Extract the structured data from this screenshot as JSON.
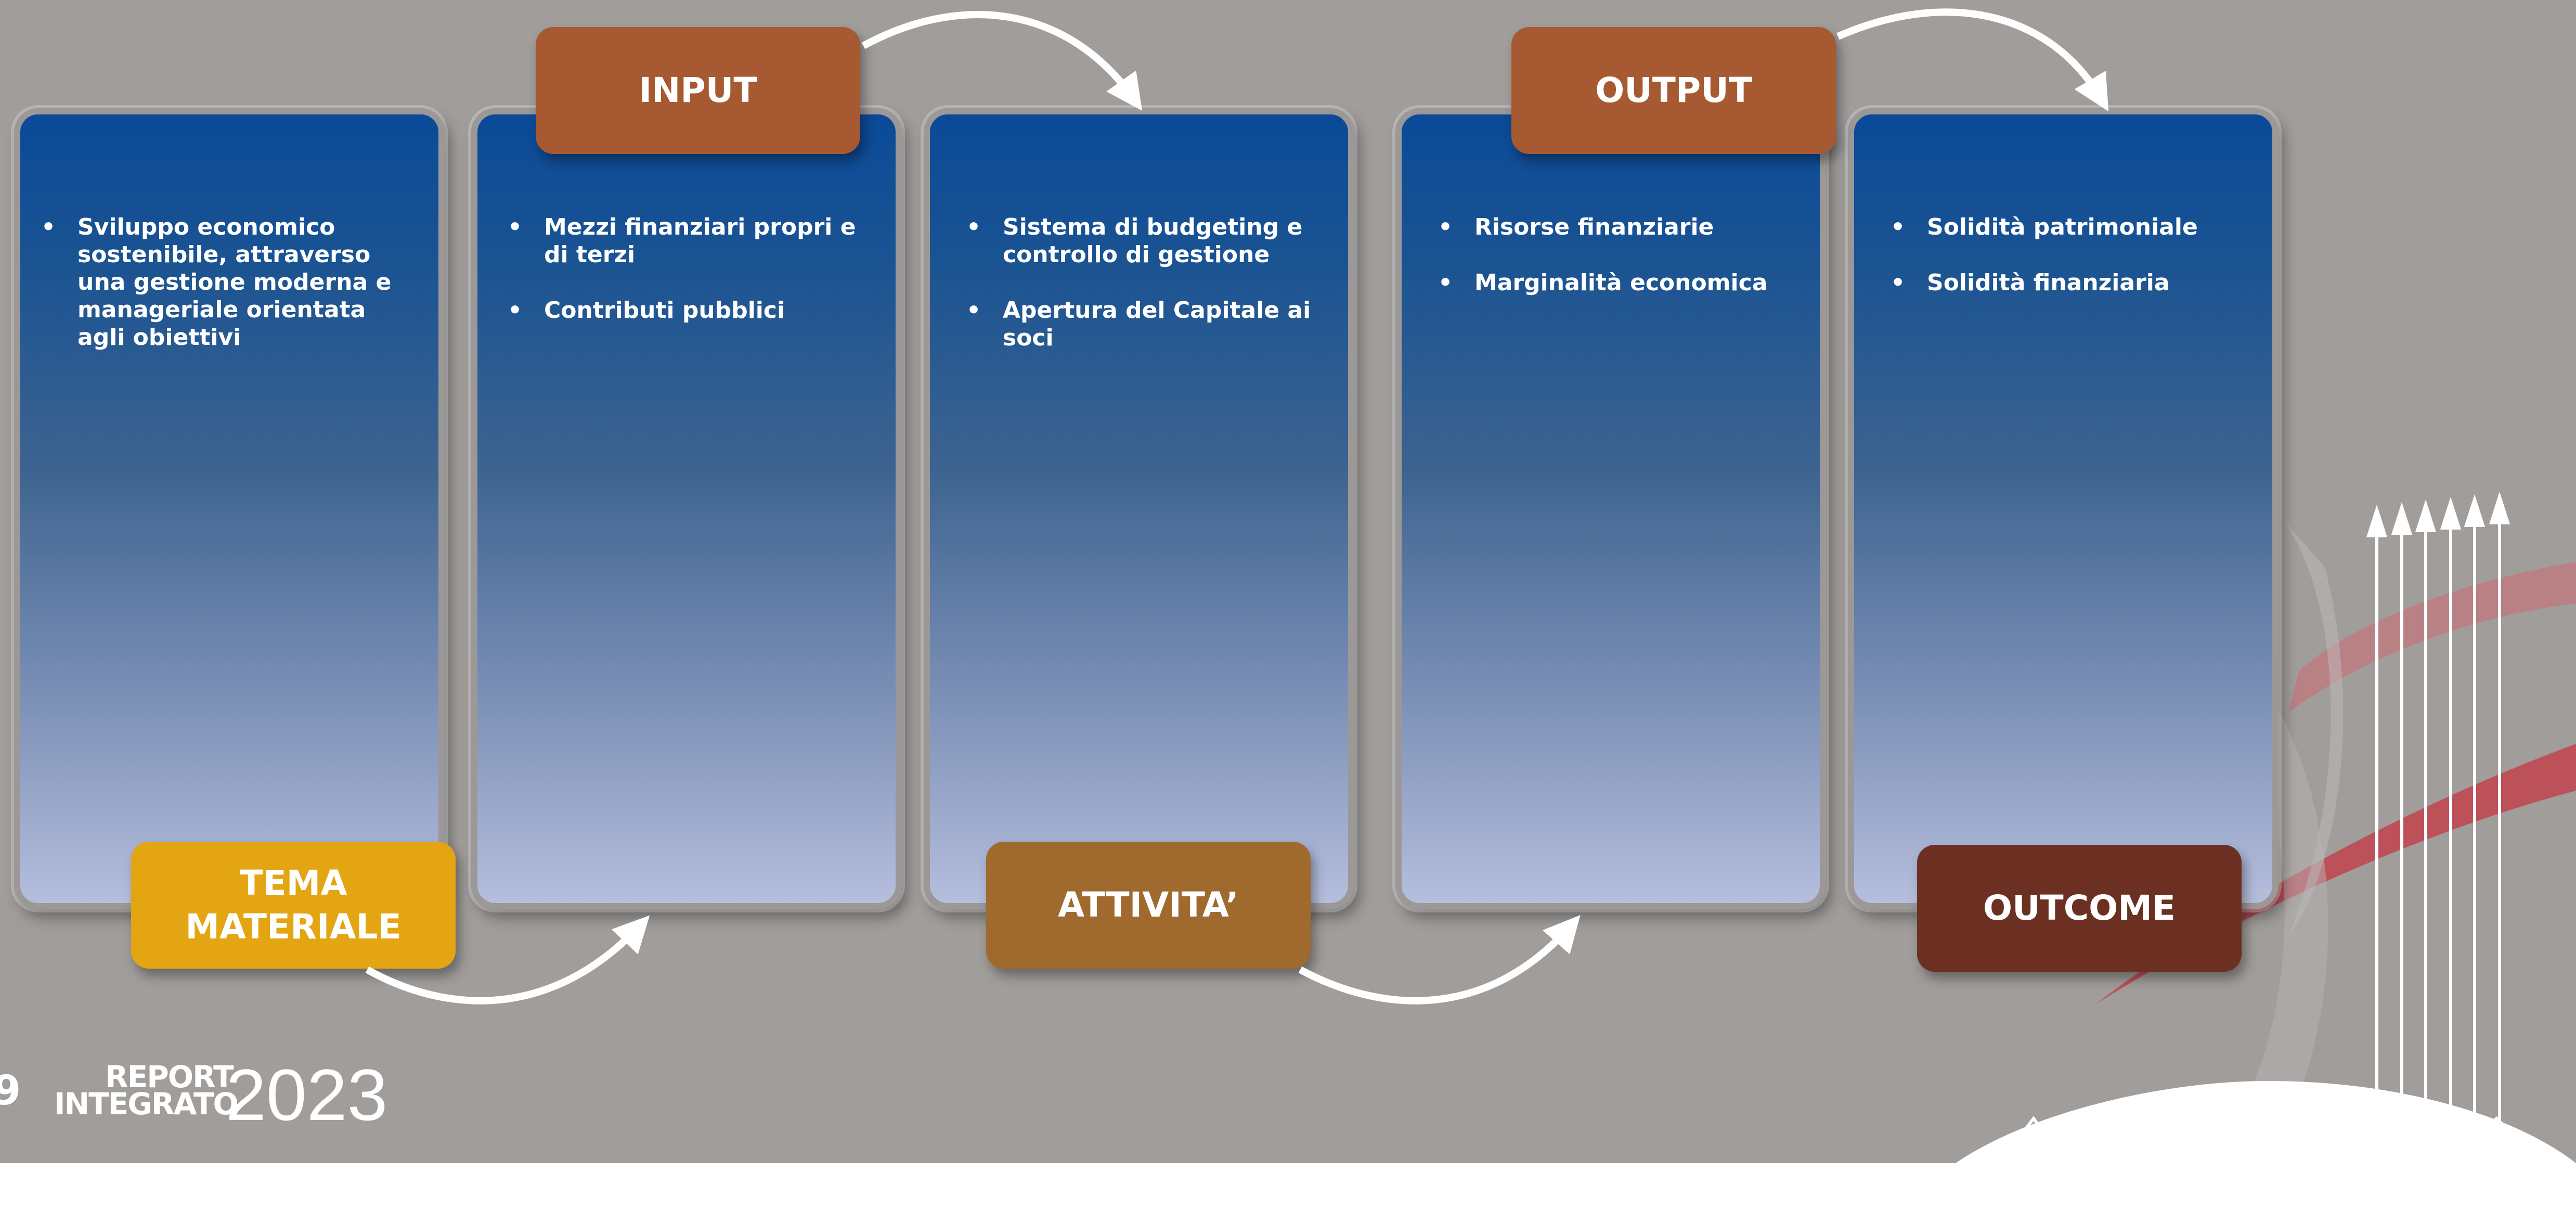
{
  "colors": {
    "background": "#a09d9b",
    "column_top": "#0a4a98",
    "column_bottom": "#b6bedd",
    "input_tag": "#a75a31",
    "output_tag": "#a75a31",
    "tema_tag": "#e3a512",
    "attivita_tag": "#a06a2e",
    "outcome_tag": "#6b3022",
    "accent_red": "#c43e4a"
  },
  "columns": [
    {
      "id": "tema-materiale",
      "items": [
        "Sviluppo economico sostenibile, attraverso una gestione moderna e manageriale orientata agli obiettivi"
      ]
    },
    {
      "id": "input",
      "items": [
        "Mezzi finanziari propri e di terzi",
        "Contributi pubblici"
      ]
    },
    {
      "id": "attivita",
      "items": [
        "Sistema di budgeting e controllo di gestione",
        "Apertura del Capitale ai soci"
      ]
    },
    {
      "id": "output",
      "items": [
        "Risorse finanziarie",
        "Marginalità economica"
      ]
    },
    {
      "id": "outcome",
      "items": [
        "Solidità patrimoniale",
        "Solidità finanziaria"
      ]
    }
  ],
  "tags": {
    "input": "INPUT",
    "output": "OUTPUT",
    "tema_line1": "TEMA",
    "tema_line2": "MATERIALE",
    "attivita": "ATTIVITA’",
    "outcome": "OUTCOME"
  },
  "footer": {
    "page_number": "9",
    "logo_report": "REPORT",
    "logo_integrato": "INTEGRATO",
    "logo_year": "2023"
  },
  "icons": [
    "curved-arrow-icon",
    "building-arrows-icon",
    "red-swoosh-icon"
  ]
}
